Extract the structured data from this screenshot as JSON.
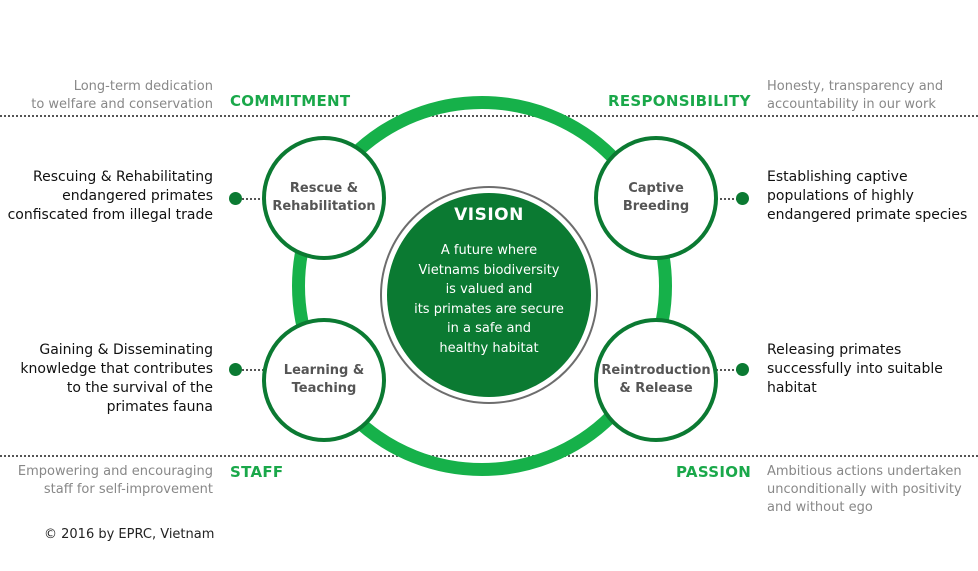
{
  "values": {
    "commitment": {
      "title": "COMMITMENT",
      "description": "Long-term dedication\nto welfare and conservation"
    },
    "responsibility": {
      "title": "RESPONSIBILITY",
      "description": "Honesty, transparency and\naccountability in our work"
    },
    "staff": {
      "title": "STAFF",
      "description": "Empowering and encouraging\nstaff for self-improvement"
    },
    "passion": {
      "title": "PASSION",
      "description": "Ambitious actions undertaken\nunconditionally with positivity\nand without ego"
    }
  },
  "pillars": {
    "rescue": {
      "label": "Rescue &\nRehabilitation",
      "description": "Rescuing & Rehabilitating\nendangered primates\nconfiscated from illegal trade"
    },
    "breeding": {
      "label": "Captive\nBreeding",
      "description": "Establishing captive\npopulations of highly\nendangered primate species"
    },
    "learning": {
      "label": "Learning &\nTeaching",
      "description": "Gaining & Disseminating\nknowledge that contributes\nto the survival of the\nprimates fauna"
    },
    "release": {
      "label": "Reintroduction\n& Release",
      "description": "Releasing primates\nsuccessfully into suitable\nhabitat"
    }
  },
  "vision": {
    "title": "VISION",
    "text": "A future where\nVietnams biodiversity\nis valued and\nits primates are secure\nin a safe and\nhealthy habitat"
  },
  "copyright": "© 2016 by EPRC, Vietnam",
  "colors": {
    "accent_green": "#16b14a",
    "dark_green": "#0b7a32",
    "muted_text": "#888888"
  }
}
